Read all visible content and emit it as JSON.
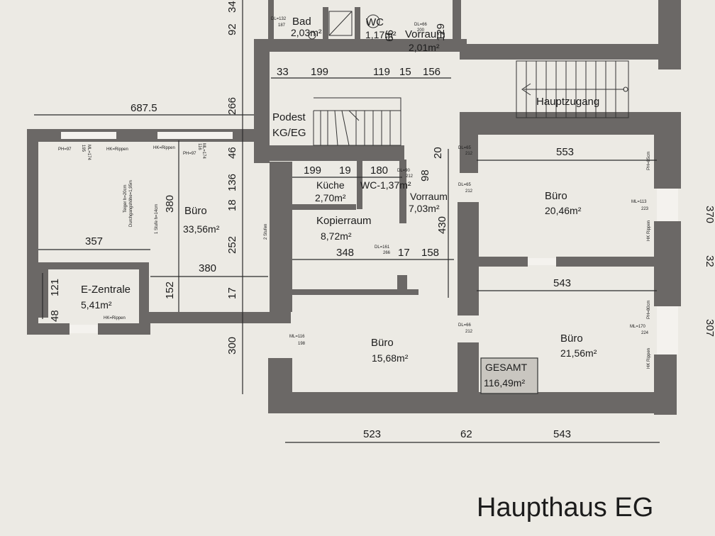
{
  "title": "Haupthaus EG",
  "rooms": {
    "bad": {
      "name": "Bad",
      "area": "2,03m²"
    },
    "wc_top": {
      "name": "WC",
      "area": "1,17m²"
    },
    "vorraum_top": {
      "name": "Vorraum",
      "area": "2,01m²"
    },
    "hauptzugang": {
      "name": "Hauptzugang"
    },
    "podest": {
      "line1": "Podest",
      "line2": "KG/EG"
    },
    "buero_left": {
      "name": "Büro",
      "area": "33,56m²"
    },
    "kueche": {
      "name": "Küche",
      "area": "2,70m²"
    },
    "wc1": {
      "name": "WC-1,37m²"
    },
    "vorraum_mid": {
      "name": "Vorraum",
      "area": "7,03m²"
    },
    "kopierraum": {
      "name": "Kopierraum",
      "area": "8,72m²"
    },
    "buero_right_top": {
      "name": "Büro",
      "area": "20,46m²"
    },
    "ezentrale": {
      "name": "E-Zentrale",
      "area": "5,41m²"
    },
    "buero_bottom": {
      "name": "Büro",
      "area": "15,68m²"
    },
    "buero_right_bottom": {
      "name": "Büro",
      "area": "21,56m²"
    }
  },
  "total": {
    "label": "GESAMT",
    "value": "116,49m²"
  },
  "dimensions": {
    "d687": "687.5",
    "d357": "357",
    "d380h": "380",
    "d33": "33",
    "d199a": "199",
    "d119": "119",
    "d15": "15",
    "d156": "156",
    "d553": "553",
    "d199b": "199",
    "d19": "19",
    "d180": "180",
    "d348": "348",
    "d17h": "17",
    "d158": "158",
    "d543a": "543",
    "d523": "523",
    "d62": "62",
    "d543b": "543",
    "d121": "121",
    "d48": "48",
    "v92": "92",
    "v34": "34",
    "v266": "266",
    "v46": "46",
    "v136": "136",
    "v18": "18",
    "v252": "252",
    "v17": "17",
    "v300": "300",
    "v380": "380",
    "v152": "152",
    "v99": "99",
    "v129": "129",
    "v98": "98",
    "v20": "20",
    "v430": "430",
    "e370": "370",
    "e32": "32",
    "e307": "307"
  },
  "notes": {
    "ph97": "PH=97",
    "ml174a": "ML=174",
    "n195": "195",
    "hk1": "HK=Rippen",
    "hk2": "HK=Rippen",
    "ph97b": "PH=97",
    "ml174b": "ML=174",
    "n116": "116",
    "dl132": "DL=132",
    "n187": "187",
    "dl66a": "DL=66",
    "n200": "200",
    "dl65a": "DL=65",
    "n212a": "212",
    "dl90": "DL=90",
    "n212b": "212",
    "dl65b": "DL=65",
    "n212c": "212",
    "dl66b": "DL=66",
    "n212d": "212",
    "dl161": "DL=161",
    "n266": "266",
    "ml113": "ML=113",
    "n223": "223",
    "ph85": "PH=85cm",
    "hkr1": "HK Rippen",
    "ml116": "ML=116",
    "n198": "198",
    "ml170": "ML=170",
    "n224": "224",
    "ph80": "PH=80cm",
    "hkr2": "HK Rippen",
    "hkr3": "HK=Rippen",
    "teiger": "Teiger h=20cm",
    "durch": "Durchgangshöhe=1,95m",
    "stufe": "1 Stufe h=14cm",
    "zstufen": "2 Stufen"
  }
}
